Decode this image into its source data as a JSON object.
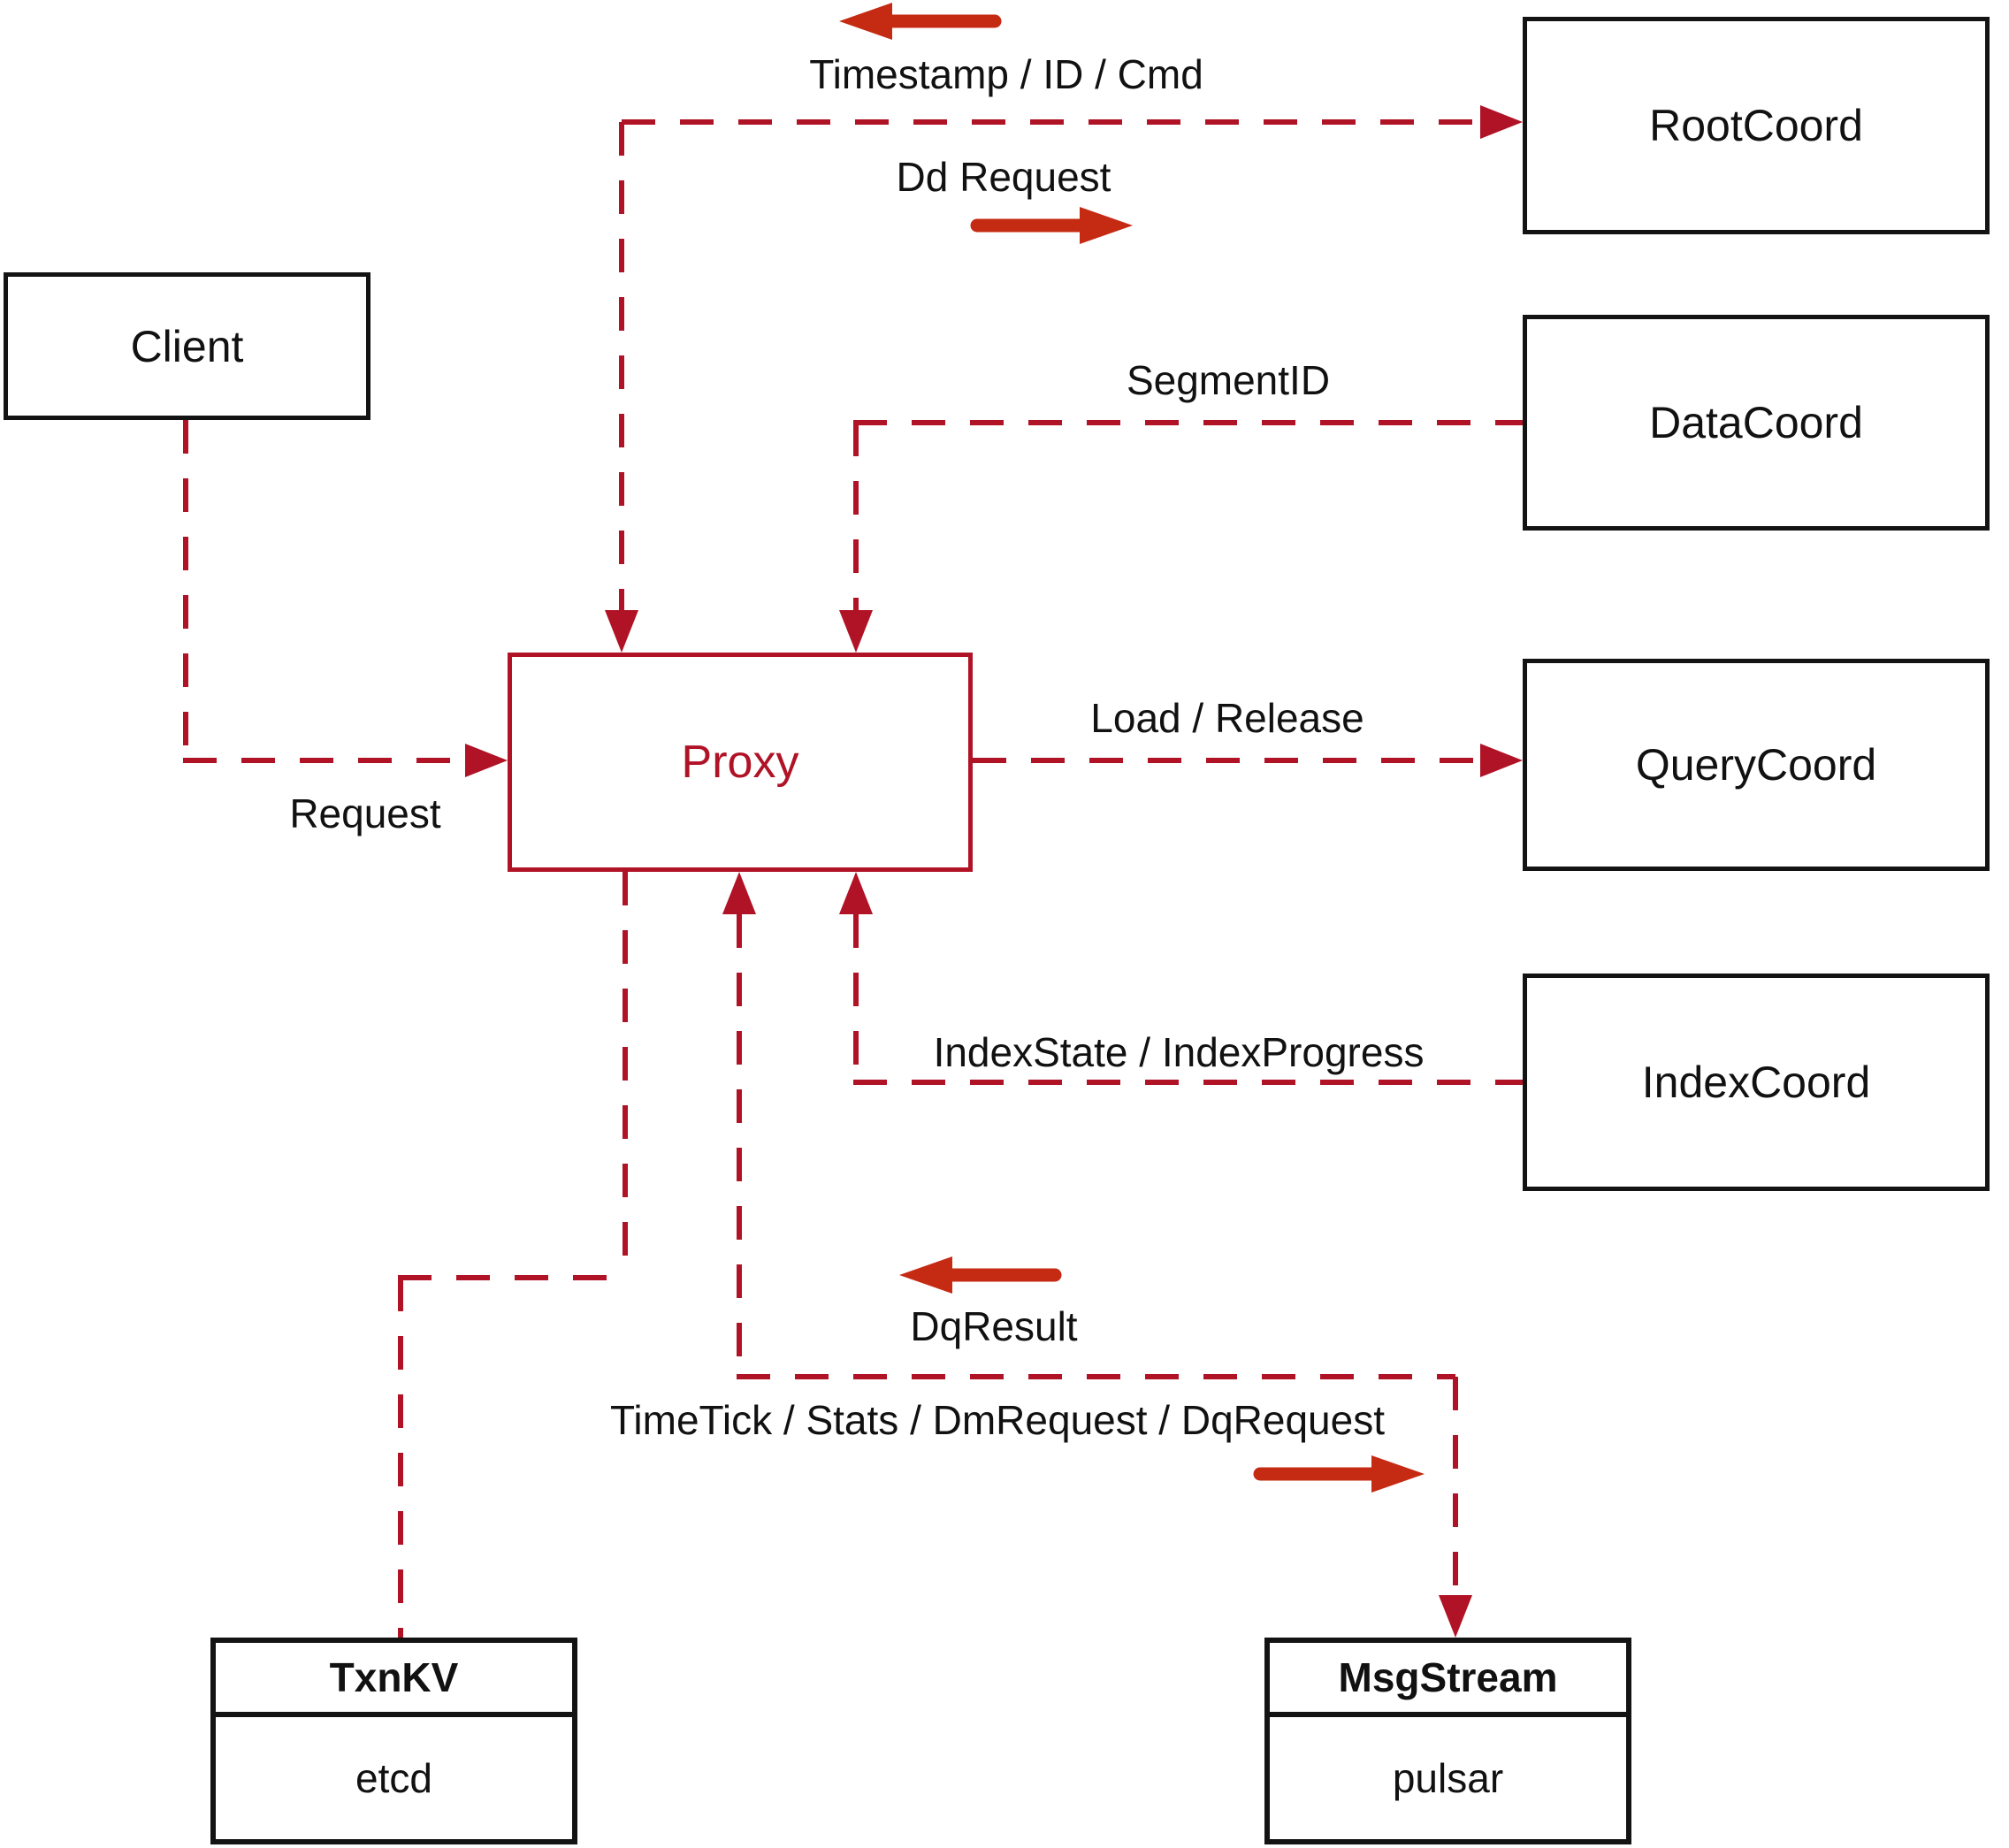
{
  "nodes": {
    "client": {
      "label": "Client"
    },
    "proxy": {
      "label": "Proxy"
    },
    "root_coord": {
      "label": "RootCoord"
    },
    "data_coord": {
      "label": "DataCoord"
    },
    "query_coord": {
      "label": "QueryCoord"
    },
    "index_coord": {
      "label": "IndexCoord"
    },
    "txn_kv": {
      "title": "TxnKV",
      "impl": "etcd"
    },
    "msg_stream": {
      "title": "MsgStream",
      "impl": "pulsar"
    }
  },
  "edge_labels": {
    "timestamp_id_cmd": "Timestamp / ID / Cmd",
    "dd_request": "Dd Request",
    "segment_id": "SegmentID",
    "request": "Request",
    "load_release": "Load / Release",
    "index_state_progress": "IndexState / IndexProgress",
    "dq_result": "DqResult",
    "timetick_stats": "TimeTick / Stats / DmRequest / DqRequest"
  },
  "colors": {
    "connector_crimson": "#b01226",
    "direction_arrow_red": "#c52a12",
    "box_border_black": "#131313",
    "text_black": "#111111",
    "background": "#ffffff"
  }
}
